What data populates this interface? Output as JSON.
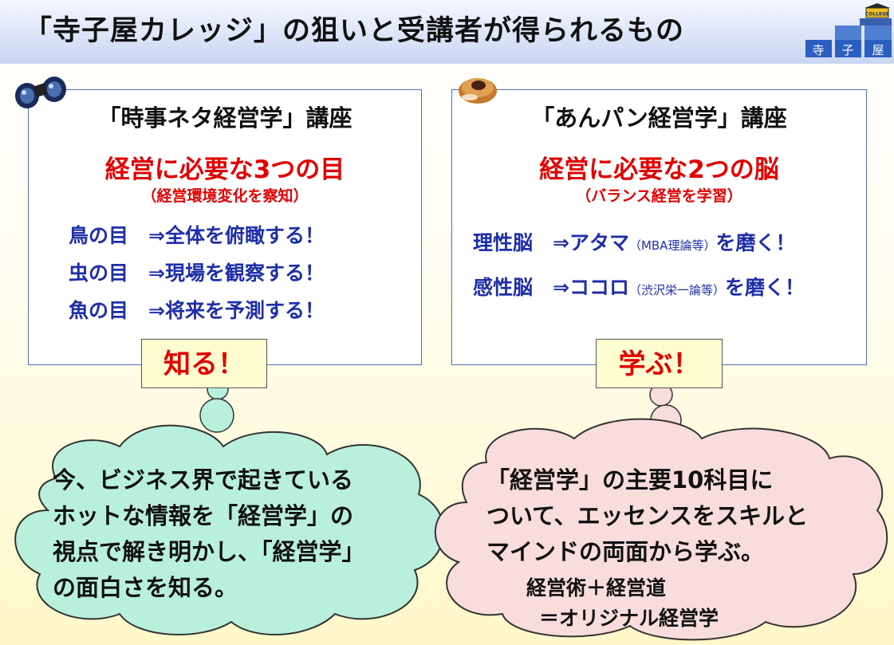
{
  "header": {
    "title": "「寺子屋カレッジ」の狙いと受講者が得られるもの",
    "logo": {
      "badge": "COLLEGE",
      "chars": [
        "寺",
        "子",
        "屋"
      ]
    }
  },
  "colors": {
    "heading_red": "#e00000",
    "line_blue": "#1f2fa8",
    "panel_border": "#4f6fb8",
    "left_cloud": "#b9f0dc",
    "right_cloud": "#f9dcdc"
  },
  "left_panel": {
    "icon": "binoculars-icon",
    "title": "「時事ネタ経営学」講座",
    "heading": "経営に必要な3つの目",
    "sub": "（経営環境変化を察知）",
    "lines": [
      "鳥の目　⇒全体を俯瞰する！",
      "虫の目　⇒現場を観察する！",
      "魚の目　⇒将来を予測する！"
    ],
    "tag": "知る！"
  },
  "right_panel": {
    "icon": "anpan-icon",
    "title": "「あんパン経営学」講座",
    "heading": "経営に必要な2つの脳",
    "sub": "（バランス経営を学習）",
    "lines": [
      {
        "main": "理性脳　⇒アタマ",
        "note": "（MBA理論等）",
        "end": "を磨く！"
      },
      {
        "main": "感性脳　⇒ココロ",
        "note": "（渋沢栄一論等）",
        "end": "を磨く！"
      }
    ],
    "tag": "学ぶ！"
  },
  "left_cloud": {
    "lines": [
      "今、ビジネス界で起きている",
      "ホットな情報を「経営学」の",
      "視点で解き明かし、「経営学」",
      "の面白さを知る。"
    ]
  },
  "right_cloud": {
    "lines": [
      "「経営学」の主要10科目に",
      "ついて、エッセンスをスキルと",
      "マインドの両面から学ぶ。"
    ],
    "sub_lines": [
      "経営術＋経営道",
      "＝オリジナル経営学"
    ]
  }
}
